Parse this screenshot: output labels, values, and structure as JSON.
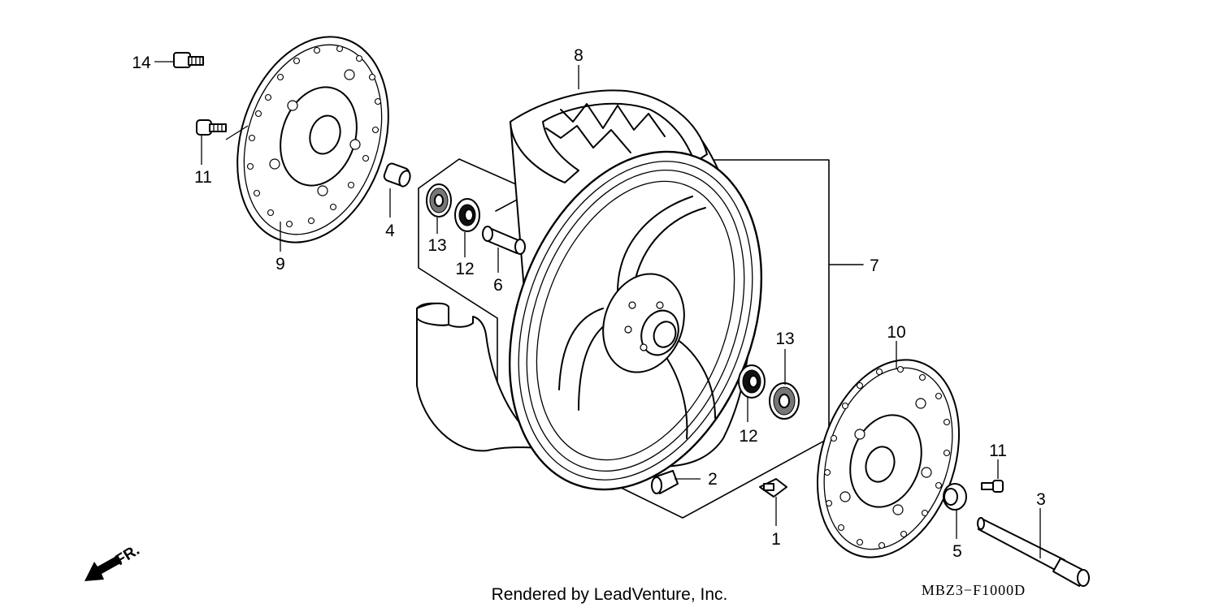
{
  "diagram": {
    "callouts": [
      {
        "id": "1",
        "label": "1"
      },
      {
        "id": "2",
        "label": "2"
      },
      {
        "id": "3",
        "label": "3"
      },
      {
        "id": "4",
        "label": "4"
      },
      {
        "id": "5",
        "label": "5"
      },
      {
        "id": "6",
        "label": "6"
      },
      {
        "id": "7",
        "label": "7"
      },
      {
        "id": "8",
        "label": "8"
      },
      {
        "id": "9",
        "label": "9"
      },
      {
        "id": "10",
        "label": "10"
      },
      {
        "id": "11a",
        "label": "11"
      },
      {
        "id": "11b",
        "label": "11"
      },
      {
        "id": "12a",
        "label": "12"
      },
      {
        "id": "12b",
        "label": "12"
      },
      {
        "id": "13a",
        "label": "13"
      },
      {
        "id": "13b",
        "label": "13"
      },
      {
        "id": "14",
        "label": "14"
      }
    ],
    "front_indicator": "FR.",
    "credit": "Rendered by LeadVenture, Inc.",
    "diagram_code": "MBZ3−F1000D"
  }
}
